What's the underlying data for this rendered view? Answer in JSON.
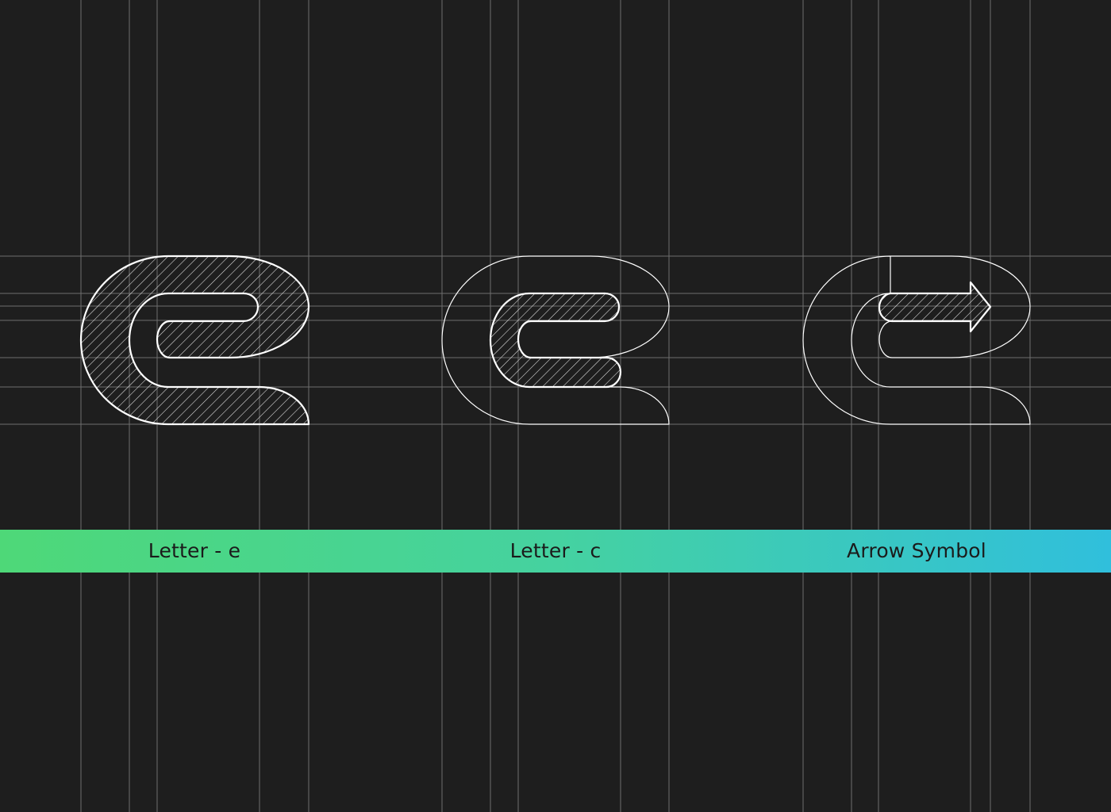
{
  "colors": {
    "background": "#1e1e1e",
    "grid_line": "#6e6e6e",
    "outline": "#ffffff",
    "band_gradient": [
      "#4ed878",
      "#45d2a0",
      "#30bfdc"
    ],
    "label_text": "#1b1b1b"
  },
  "labels": {
    "letter_e": "Letter - e",
    "letter_c": "Letter - c",
    "arrow_symbol": "Arrow Symbol"
  },
  "icons": {
    "letter_e": "hatched-letter-e-construction",
    "letter_c": "hatched-letter-c-construction",
    "arrow": "hatched-arrow-construction"
  }
}
